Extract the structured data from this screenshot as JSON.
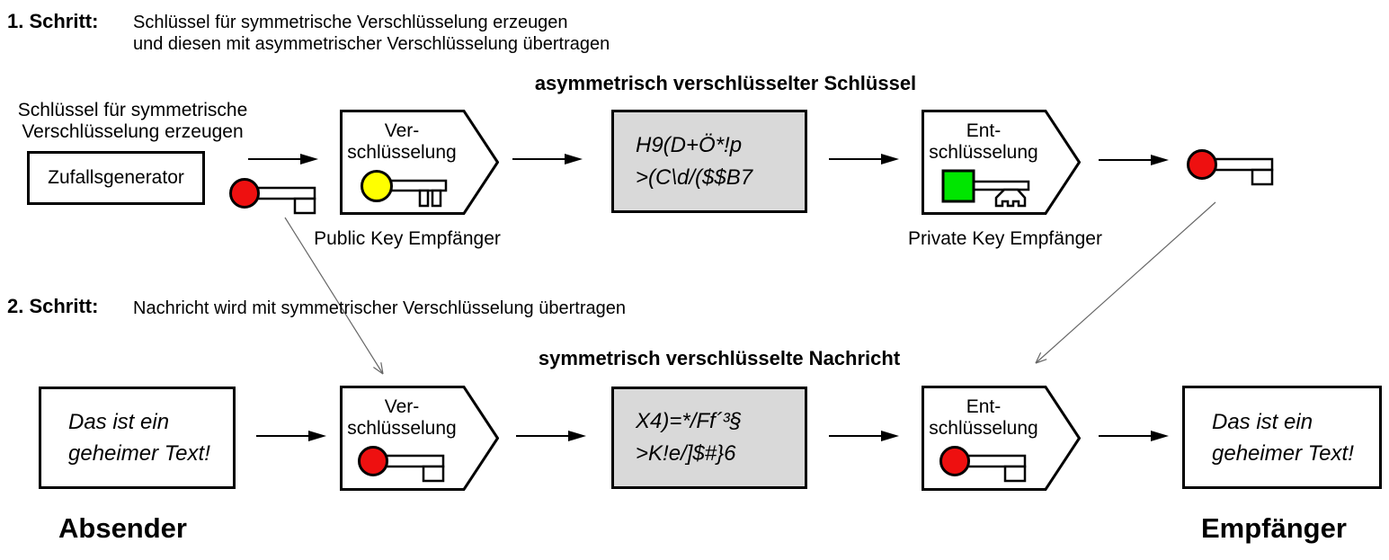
{
  "step1": {
    "label": "1. Schritt:",
    "line1": "Schlüssel für symmetrische Verschlüsselung erzeugen",
    "line2": "und diesen mit asymmetrischer Verschlüsselung übertragen"
  },
  "step2": {
    "label": "2. Schritt:",
    "line1": "Nachricht wird mit symmetrischer Verschlüsselung übertragen"
  },
  "row1": {
    "title": "asymmetrisch verschlüsselter Schlüssel",
    "keygen": {
      "caption_line1": "Schlüssel für symmetrische",
      "caption_line2": "Verschlüsselung erzeugen",
      "box_label": "Zufallsgenerator"
    },
    "encrypt": {
      "line1": "Ver-",
      "line2": "schlüsselung",
      "caption": "Public Key Empfänger"
    },
    "cipher": {
      "line1": "H9(D+Ö*!p",
      "line2": ">(C\\d/($$B7"
    },
    "decrypt": {
      "line1": "Ent-",
      "line2": "schlüsselung",
      "caption": "Private Key Empfänger"
    }
  },
  "row2": {
    "title": "symmetrisch verschlüsselte Nachricht",
    "plaintext": {
      "line1": "Das ist ein",
      "line2": "geheimer Text!"
    },
    "encrypt": {
      "line1": "Ver-",
      "line2": "schlüsselung"
    },
    "cipher": {
      "line1": "X4)=*/Ff´³§",
      "line2": ">K!e/]$#}6"
    },
    "decrypt": {
      "line1": "Ent-",
      "line2": "schlüsselung"
    },
    "result": {
      "line1": "Das ist ein",
      "line2": "geheimer Text!"
    }
  },
  "footer": {
    "sender": "Absender",
    "receiver": "Empfänger"
  },
  "colors": {
    "key_red": "#ee1010",
    "key_yellow": "#ffff00",
    "key_green": "#00e600",
    "cipher_bg": "#d9d9d9",
    "outline": "#000000"
  }
}
